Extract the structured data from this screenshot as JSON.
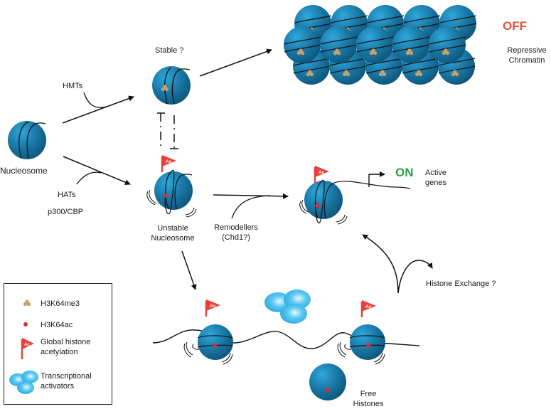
{
  "colors": {
    "nucleosome": "#1a7aa8",
    "methyl_mark": "#c9a06a",
    "acetyl_mark": "#e8262b",
    "flag": "#e8403a",
    "activator": "#3fb6e8",
    "off_text": "#e8503a",
    "on_text": "#2aa24a"
  },
  "labels": {
    "nucleosome": "Nucleosome",
    "hmts": "HMTs",
    "hats": "HATs",
    "p300": "p300/CBP",
    "stable": "Stable ?",
    "unstable_line1": "Unstable",
    "unstable_line2": "Nucleosome",
    "remodellers_line1": "Remodellers",
    "remodellers_line2": "(Chd1?)",
    "off": "OFF",
    "repressive_line1": "Repressive",
    "repressive_line2": "Chromatin",
    "on": "ON",
    "active_line1": "Active",
    "active_line2": "genes",
    "histone_exchange": "Histone Exchange ?",
    "free_line1": "Free",
    "free_line2": "Histones",
    "flag_text": "Ac"
  },
  "legend": {
    "items": [
      {
        "icon": "methyl-cluster-icon",
        "label": "H3K64me3"
      },
      {
        "icon": "red-dot-icon",
        "label": "H3K64ac"
      },
      {
        "icon": "ac-flag-icon",
        "label_line1": "Global histone",
        "label_line2": "acetylation"
      },
      {
        "icon": "activator-cluster-icon",
        "label_line1": "Transcriptional",
        "label_line2": "activators"
      }
    ]
  }
}
